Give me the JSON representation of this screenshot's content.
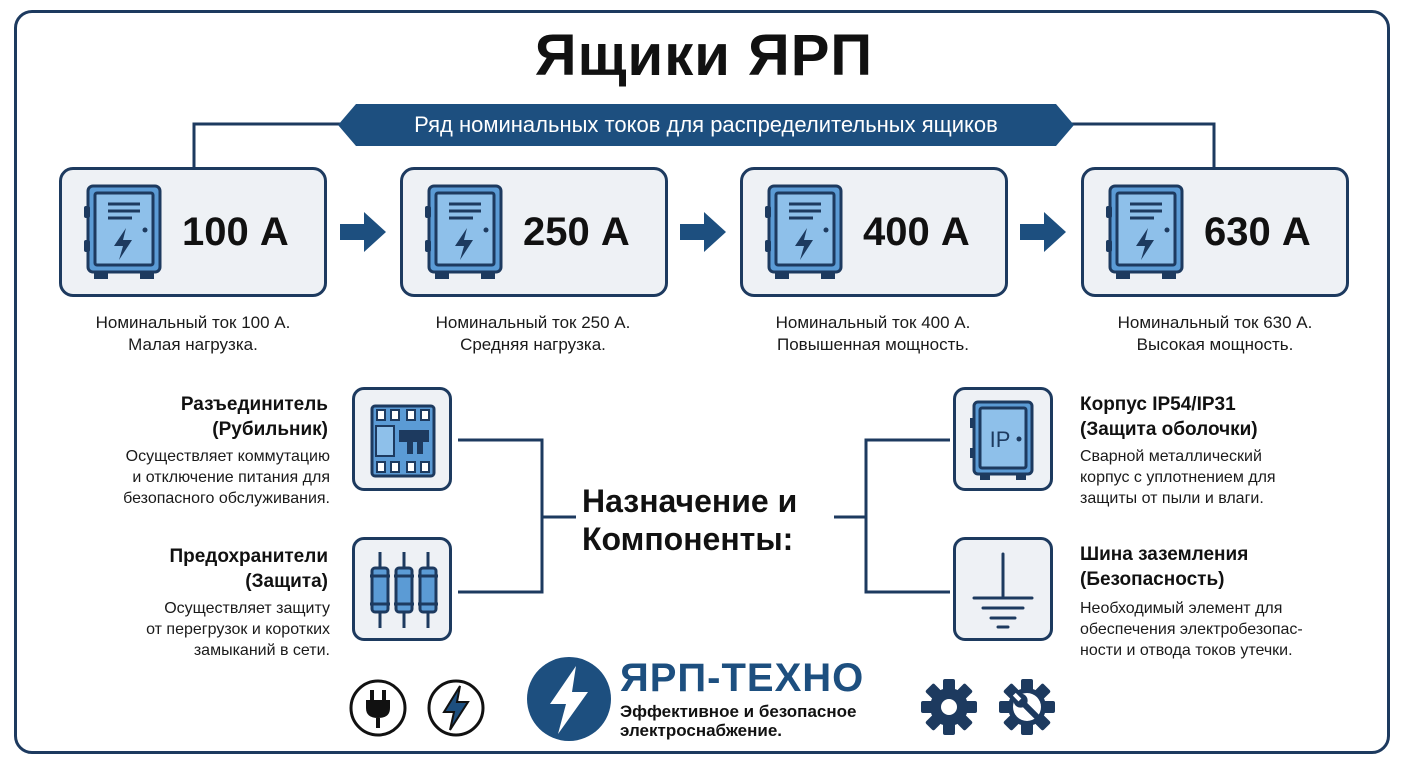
{
  "title": "Ящики ЯРП",
  "subtitle": "Ряд номинальных токов для распределительных ящиков",
  "ratings": [
    {
      "value": "100 А",
      "line1": "Номинальный ток 100 А.",
      "line2": "Малая нагрузка."
    },
    {
      "value": "250 А",
      "line1": "Номинальный ток 250 А.",
      "line2": "Средняя нагрузка."
    },
    {
      "value": "400 А",
      "line1": "Номинальный ток 400 А.",
      "line2": "Повышенная мощность."
    },
    {
      "value": "630 А",
      "line1": "Номинальный ток 630 А.",
      "line2": "Высокая мощность."
    }
  ],
  "center": {
    "line1": "Назначение и",
    "line2": "Компоненты:"
  },
  "components": {
    "disconnector": {
      "title1": "Разъединитель",
      "title2": "(Рубильник)",
      "text": [
        "Осуществляет коммутацию",
        "и отключение питания для",
        "безопасного обслуживания."
      ]
    },
    "fuses": {
      "title1": "Предохранители",
      "title2": "(Защита)",
      "text": [
        "Осуществляет защиту",
        "от перегрузок и коротких",
        "замыканий в сети."
      ]
    },
    "enclosure": {
      "title1": "Корпус IP54/IP31",
      "title2": "(Защита оболочки)",
      "icon_label": "IP",
      "text": [
        "Сварной металлический",
        "корпус с уплотнением для",
        "защиты от пыли и влаги."
      ]
    },
    "grounding": {
      "title1": "Шина заземления",
      "title2": "(Безопасность)",
      "text": [
        "Необходимый элемент для",
        "обеспечения электробезопас-",
        "ности и отвода токов утечки."
      ]
    }
  },
  "brand": {
    "name": "ЯРП-ТЕХНО",
    "tagline1": "Эффективное и безопасное",
    "tagline2": "электроснабжение."
  },
  "icons": [
    "cabinet-icon",
    "arrow-right-icon",
    "disconnector-icon",
    "fuses-icon",
    "enclosure-ip-icon",
    "ground-icon",
    "plug-icon",
    "lightning-icon",
    "logo-lightning-icon",
    "gear-icon",
    "gear-wrench-icon"
  ],
  "colors": {
    "navy": "#1d3a5f",
    "accent_blue": "#1d4f7f",
    "icon_fill": "#5b9bd5",
    "card_bg": "#eef1f5"
  }
}
